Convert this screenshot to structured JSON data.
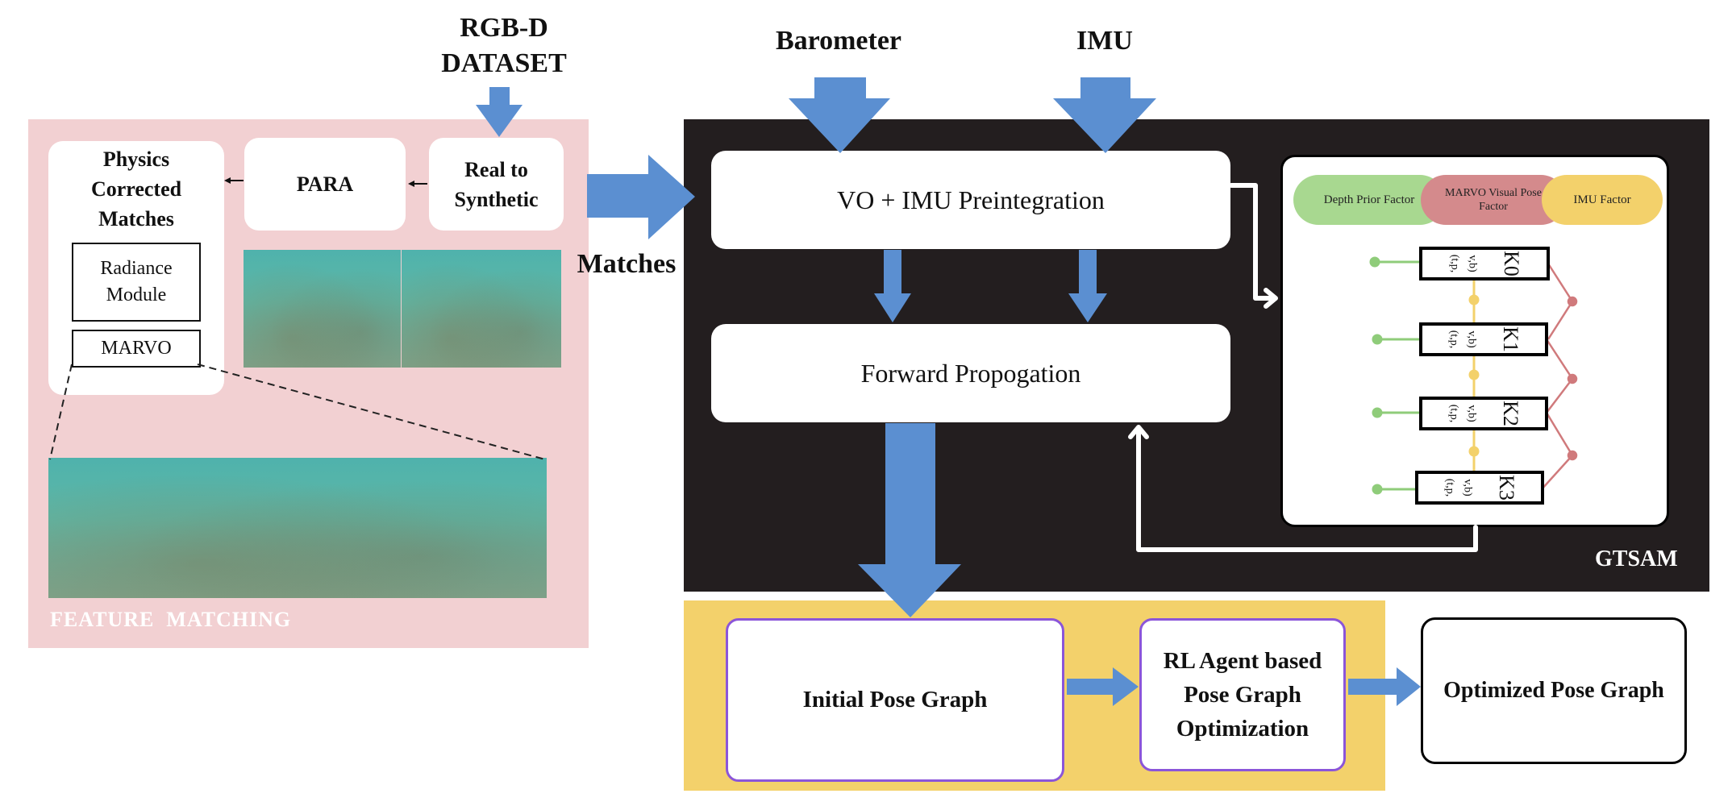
{
  "inputs": {
    "rgbd_line1": "RGB-D",
    "rgbd_line2": "DATASET",
    "barometer": "Barometer",
    "imu": "IMU"
  },
  "feature_matching": {
    "panel_label": "FEATURE  MATCHING",
    "physics_line1": "Physics",
    "physics_line2": "Corrected",
    "physics_line3": "Matches",
    "radiance_line1": "Radiance",
    "radiance_line2": "Module",
    "marvo": "MARVO",
    "para": "PARA",
    "real_line1": "Real to",
    "real_line2": "Synthetic"
  },
  "matches_label": "Matches",
  "gtsam": {
    "panel_label": "GTSAM",
    "vo_imu": "VO + IMU Preintegration",
    "forward": "Forward Propogation",
    "factors": {
      "depth": "Depth Prior Factor",
      "marvo_line1": "MARVO Visual Pose",
      "marvo_line2": "Factor",
      "imu": "IMU Factor"
    },
    "nodes": [
      {
        "key": "K0",
        "sub1": "(t,p,",
        "sub2": "v,b)"
      },
      {
        "key": "K1",
        "sub1": "(t,p,",
        "sub2": "v,b)"
      },
      {
        "key": "K2",
        "sub1": "(t,p,",
        "sub2": "v,b)"
      },
      {
        "key": "K3",
        "sub1": "(t,p,",
        "sub2": "v,b)"
      }
    ]
  },
  "optimization": {
    "initial": "Initial Pose Graph",
    "rl_line1": "RL Agent based",
    "rl_line2": "Pose Graph",
    "rl_line3": "Optimization",
    "optimized": "Optimized Pose Graph"
  },
  "colors": {
    "arrow_blue": "#5b8fd1",
    "feature_bg": "#f2d0d2",
    "gtsam_bg": "#231e1f",
    "opt_bg": "#f3d16b",
    "depth_green": "#a8d890",
    "marvo_red": "#d48a8c",
    "imu_yellow": "#f3d16b",
    "box_outline_purple": "#8b55d9"
  }
}
